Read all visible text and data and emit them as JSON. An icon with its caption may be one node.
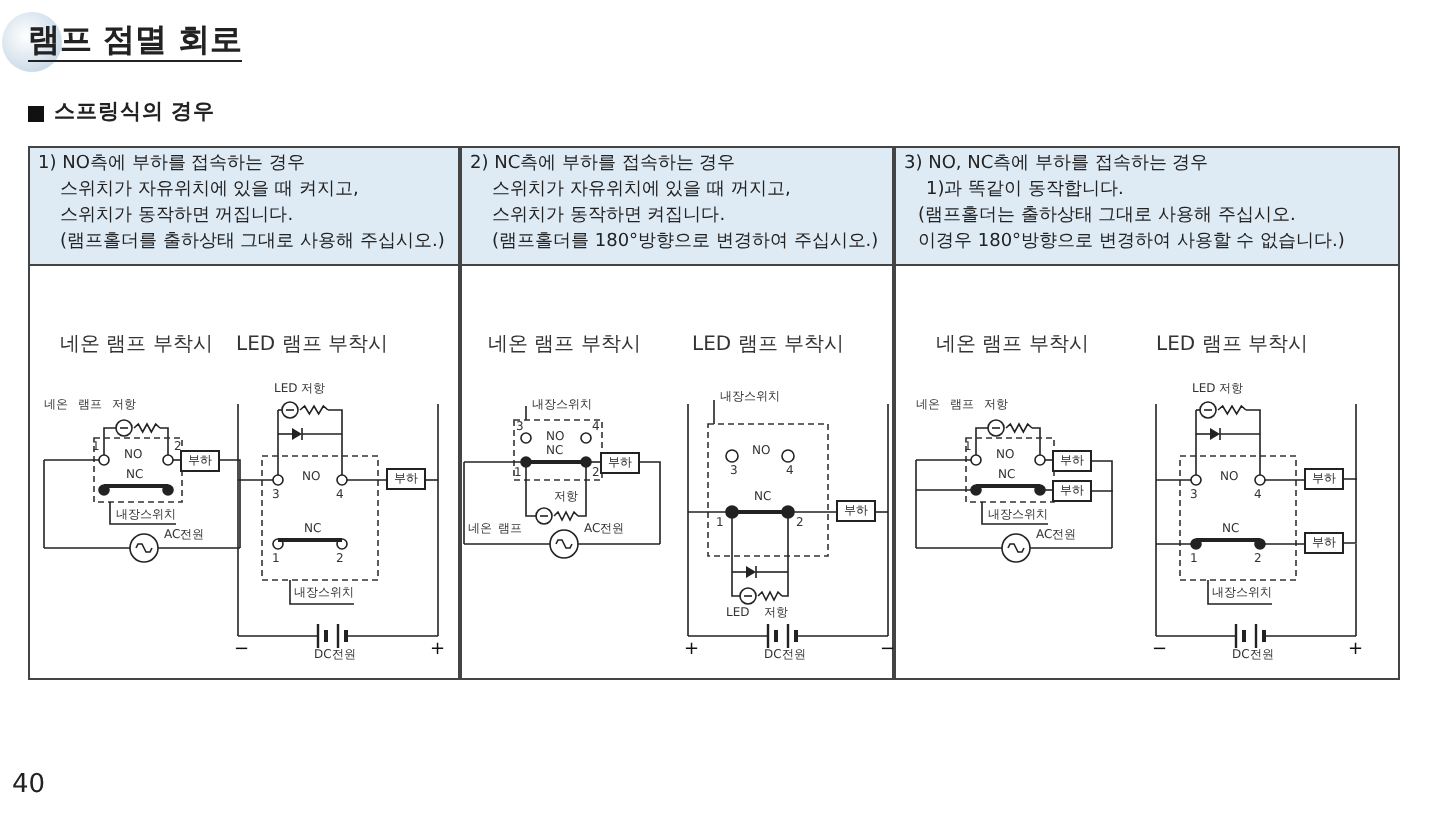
{
  "diagram": {
    "title": "램프 점멸 회로",
    "nodes": [
      {
        "text": [
          "부하"
        ]
      },
      {
        "text": [
          "부하"
        ]
      },
      {
        "text": [
          "부하"
        ]
      },
      {
        "text": [
          "부하"
        ]
      },
      {
        "text": [
          "부하"
        ]
      },
      {
        "text": [
          "부하"
        ]
      },
      {
        "text": [
          "부하"
        ]
      },
      {
        "text": [
          "부하"
        ]
      }
    ],
    "edges": [
      {
        "from": 4,
        "to": 5,
        "arrow": "none"
      },
      {
        "from": 6,
        "to": 7,
        "arrow": "none"
      }
    ],
    "labels": [
      "스프링식의 경우",
      "1) NO측에 부하를 접속하는 경우",
      "스위치가 자유위치에 있을 때 켜지고,",
      "스위치가 동작하면 꺼집니다.",
      "(램프홀더를 출하상태 그대로 사용해 주십시오.)",
      "2) NC측에 부하를 접속하는 경우",
      "스위치가 자유위치에 있을 때 꺼지고,",
      "스위치가 동작하면 켜집니다.",
      "(램프홀더를 180°방향으로 변경하여 주십시오.)",
      "3) NO, NC측에 부하를 접속하는 경우",
      "1)과 똑같이 동작합니다.",
      "(램프홀더는 출하상태 그대로 사용해 주십시오.",
      "이경우 180°방향으로 변경하여 사용할 수 없습니다.)",
      "네온 램프 부착시",
      "LED 램프 부착시",
      "네온",
      "램프",
      "저항",
      "1",
      "NO",
      "2",
      "NC",
      "내장스위치",
      "AC전원",
      "LED 저항",
      "3",
      "NO",
      "4",
      "NC",
      "1",
      "2",
      "내장스위치",
      "−",
      "DC전원",
      "+",
      "네온 램프 부착시",
      "LED 램프 부착시",
      "내장스위치",
      "3",
      "NO",
      "4",
      "NC",
      "1",
      "2",
      "저항",
      "네온",
      "램프",
      "AC전원",
      "내장스위치",
      "3",
      "NO",
      "4",
      "NC",
      "1",
      "2",
      "LED",
      "저항",
      "+",
      "DC전원",
      "−",
      "네온 램프 부착시",
      "LED 램프 부착시",
      "네온",
      "램프",
      "저항",
      "1",
      "NO",
      "NC",
      "내장스위치",
      "AC전원",
      "LED 저항",
      "3",
      "NO",
      "4",
      "NC",
      "1",
      "2",
      "내장스위치",
      "−",
      "DC전원",
      "+",
      "40"
    ]
  }
}
